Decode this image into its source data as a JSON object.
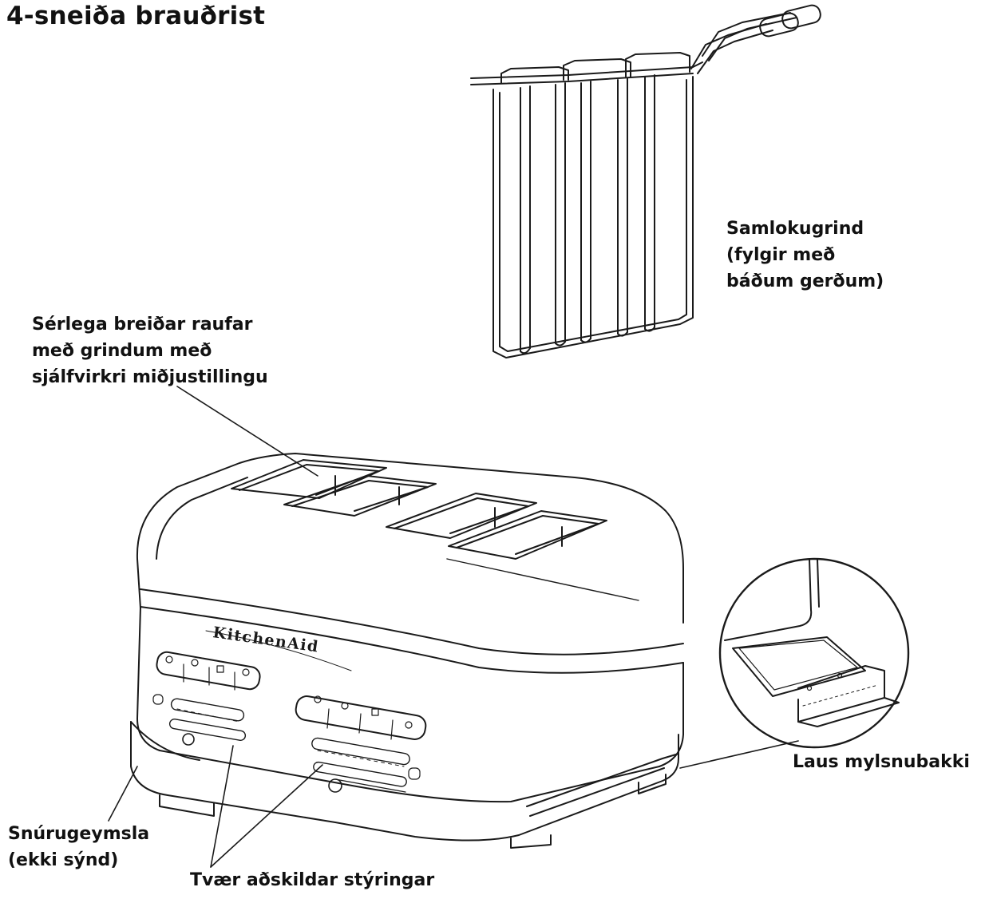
{
  "title": "4-sneiða brauðrist",
  "labels": {
    "slots": [
      "Sérlega breiðar raufar",
      "með grindum með",
      "sjálfvirkri miðjustillingu"
    ],
    "sandwich_rack": [
      "Samlokugrind",
      "(fylgir með",
      "báðum gerðum)"
    ],
    "crumb_tray": [
      "Laus mylsnubakki"
    ],
    "cord_storage": [
      "Snúrugeymsla",
      "(ekki sýnd)"
    ],
    "controls": [
      "Tvær aðskildar stýringar"
    ]
  },
  "brand": "KitchenAid",
  "colors": {
    "ink": "#1a1a1a",
    "background": "#ffffff"
  }
}
